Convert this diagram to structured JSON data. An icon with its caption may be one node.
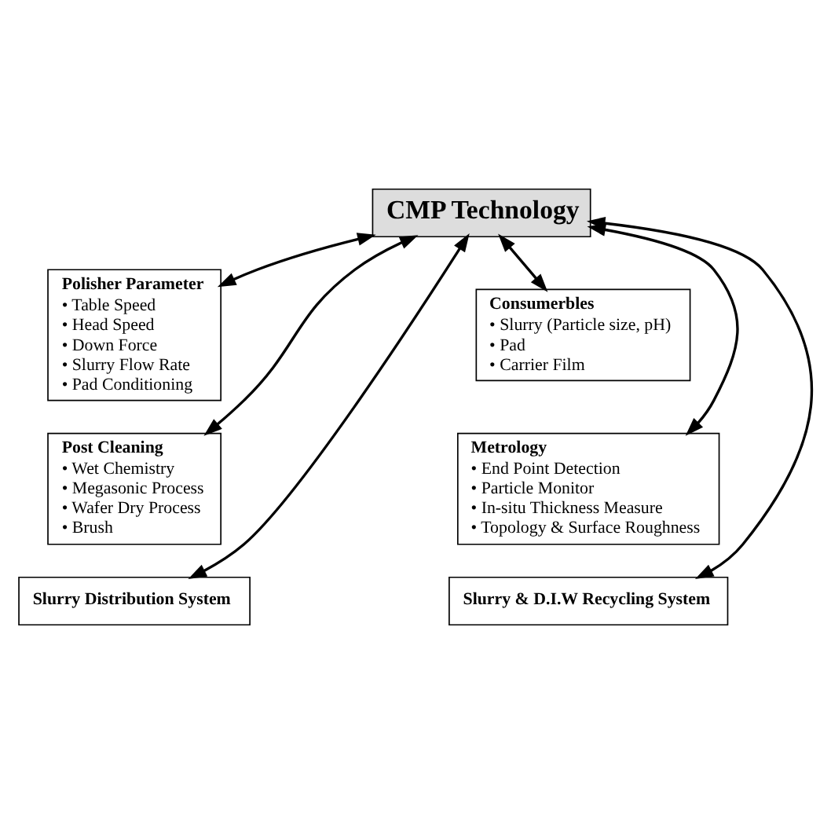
{
  "diagram": {
    "nodes": [
      {
        "text": [
          "CMP Technology"
        ]
      },
      {
        "text": [
          "Polisher Parameter",
          "• Table Speed",
          "• Head Speed",
          "• Down Force",
          "• Slurry Flow Rate",
          "• Pad Conditioning"
        ]
      },
      {
        "text": [
          "Consumerbles",
          "• Slurry (Particle size, pH)",
          "• Pad",
          "• Carrier Film"
        ]
      },
      {
        "text": [
          "Metrology",
          "• End Point Detection",
          "• Particle Monitor",
          "• In-situ Thickness Measure",
          "• Topology & Surface Roughness"
        ]
      },
      {
        "text": [
          "Post Cleaning",
          "• Wet Chemistry",
          "• Megasonic Process",
          "• Wafer Dry Process",
          "• Brush"
        ]
      },
      {
        "text": [
          "Slurry & D.I.W Recycling System"
        ]
      },
      {
        "text": [
          "Slurry Distribution System"
        ]
      }
    ],
    "edges": [
      {
        "from": 0,
        "to": 1,
        "arrow": "both"
      },
      {
        "from": 0,
        "to": 2,
        "arrow": "both"
      },
      {
        "from": 0,
        "to": 3,
        "arrow": "both"
      },
      {
        "from": 0,
        "to": 4,
        "arrow": "both"
      },
      {
        "from": 0,
        "to": 5,
        "arrow": "both"
      },
      {
        "from": 0,
        "to": 6,
        "arrow": "both"
      }
    ]
  }
}
